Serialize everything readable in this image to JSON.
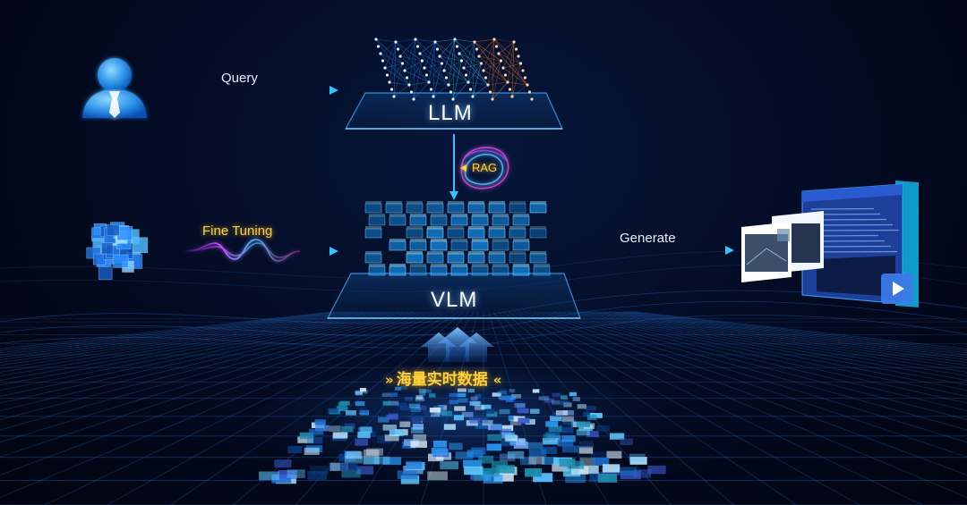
{
  "labels": {
    "query": "Query",
    "llm": "LLM",
    "rag": "RAG",
    "fine_tuning": "Fine Tuning",
    "vlm": "VLM",
    "generate": "Generate",
    "realtime_data": "海量实时数据"
  },
  "icons": {
    "user": "user-avatar-icon",
    "model": "cube-cluster-icon",
    "output": "report-stack-icon",
    "play": "play-icon"
  },
  "colors": {
    "background": "#030b22",
    "accent_blue": "#1aa8ff",
    "accent_yellow": "#ffd23a",
    "llm_orange": "#ff7a1a",
    "wave_magenta": "#c040ff"
  }
}
